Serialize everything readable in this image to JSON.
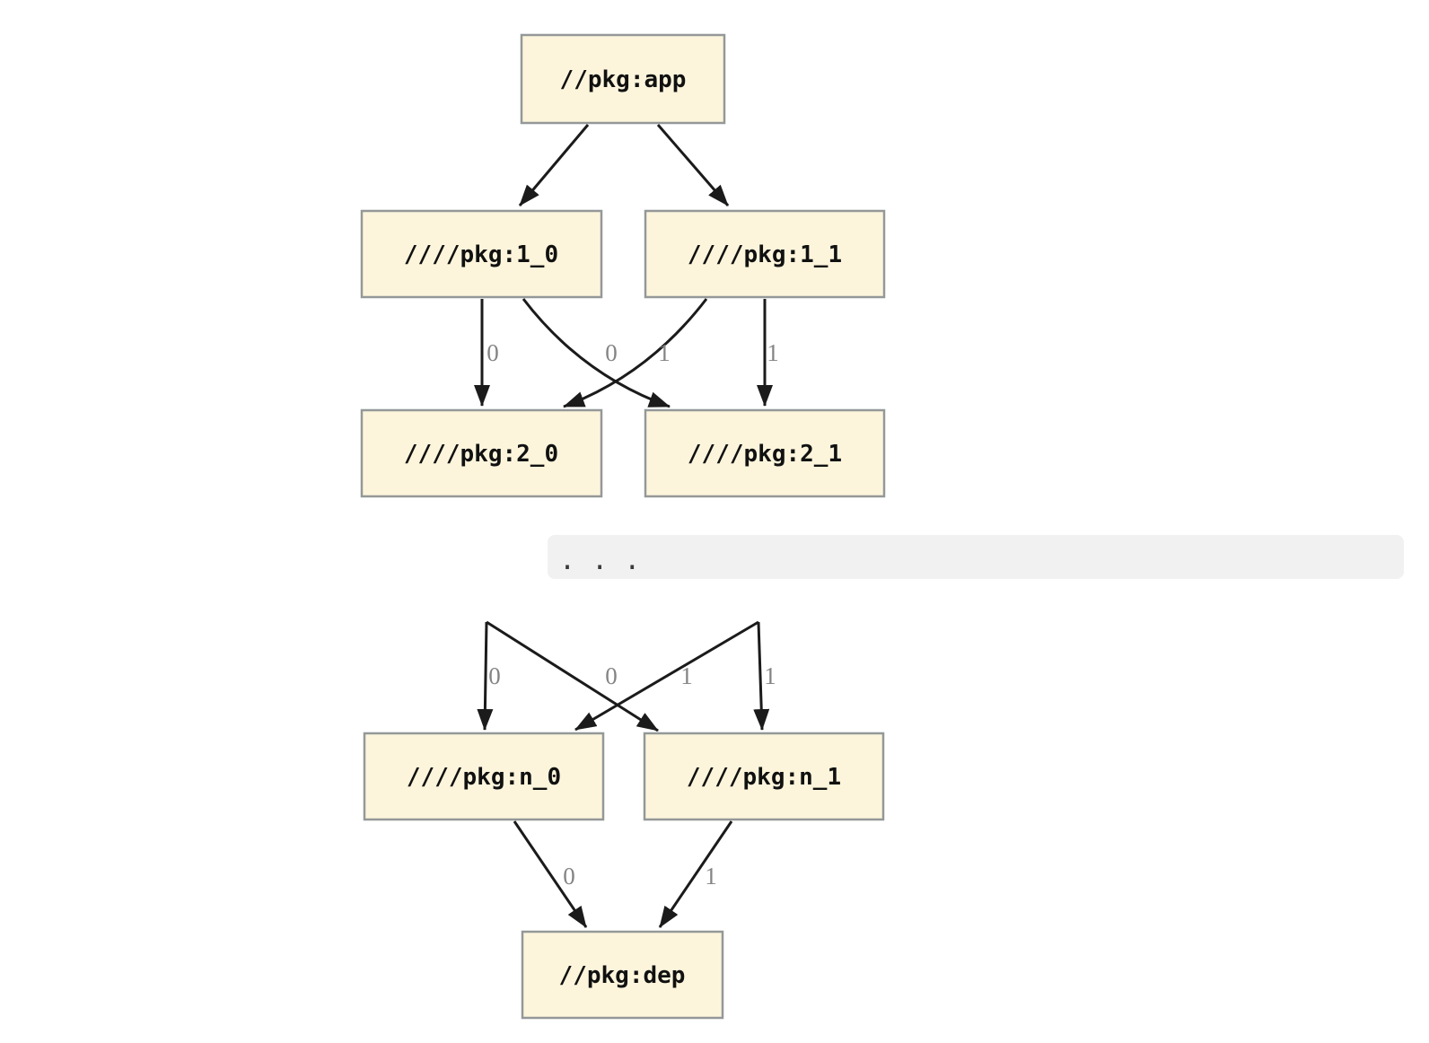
{
  "colors": {
    "background": "#ffffff",
    "node_fill": "#fcf5dc",
    "node_border": "#949898",
    "edge": "#1b1b1b",
    "edge_label": "#848484",
    "band_background": "#f1f1f1",
    "band_text": "#3a3a3a"
  },
  "upper_graph": {
    "nodes": [
      {
        "id": "app",
        "label": "//pkg:app"
      },
      {
        "id": "1_0",
        "label": "////pkg:1_0"
      },
      {
        "id": "1_1",
        "label": "////pkg:1_1"
      },
      {
        "id": "2_0",
        "label": "////pkg:2_0"
      },
      {
        "id": "2_1",
        "label": "////pkg:2_1"
      }
    ],
    "edges": [
      {
        "from": "//pkg:app",
        "to": "////pkg:1_0",
        "label": ""
      },
      {
        "from": "//pkg:app",
        "to": "////pkg:1_1",
        "label": ""
      },
      {
        "from": "////pkg:1_0",
        "to": "////pkg:2_0",
        "label": "0"
      },
      {
        "from": "////pkg:1_1",
        "to": "////pkg:2_1",
        "label": "1"
      },
      {
        "from": "////pkg:1_1",
        "to": "////pkg:2_0",
        "label": "0"
      },
      {
        "from": "////pkg:1_0",
        "to": "////pkg:2_1",
        "label": "1"
      }
    ]
  },
  "ellipsis_band": {
    "text": ". . ."
  },
  "lower_graph": {
    "nodes": [
      {
        "id": "n_0",
        "label": "////pkg:n_0"
      },
      {
        "id": "n_1",
        "label": "////pkg:n_1"
      },
      {
        "id": "dep",
        "label": "//pkg:dep"
      }
    ],
    "edges": [
      {
        "to": "////pkg:n_0",
        "label": "0"
      },
      {
        "to": "////pkg:n_0",
        "label": "0"
      },
      {
        "to": "////pkg:n_1",
        "label": "1"
      },
      {
        "to": "////pkg:n_1",
        "label": "1"
      },
      {
        "from": "////pkg:n_0",
        "to": "//pkg:dep",
        "label": "0"
      },
      {
        "from": "////pkg:n_1",
        "to": "//pkg:dep",
        "label": "1"
      }
    ]
  }
}
